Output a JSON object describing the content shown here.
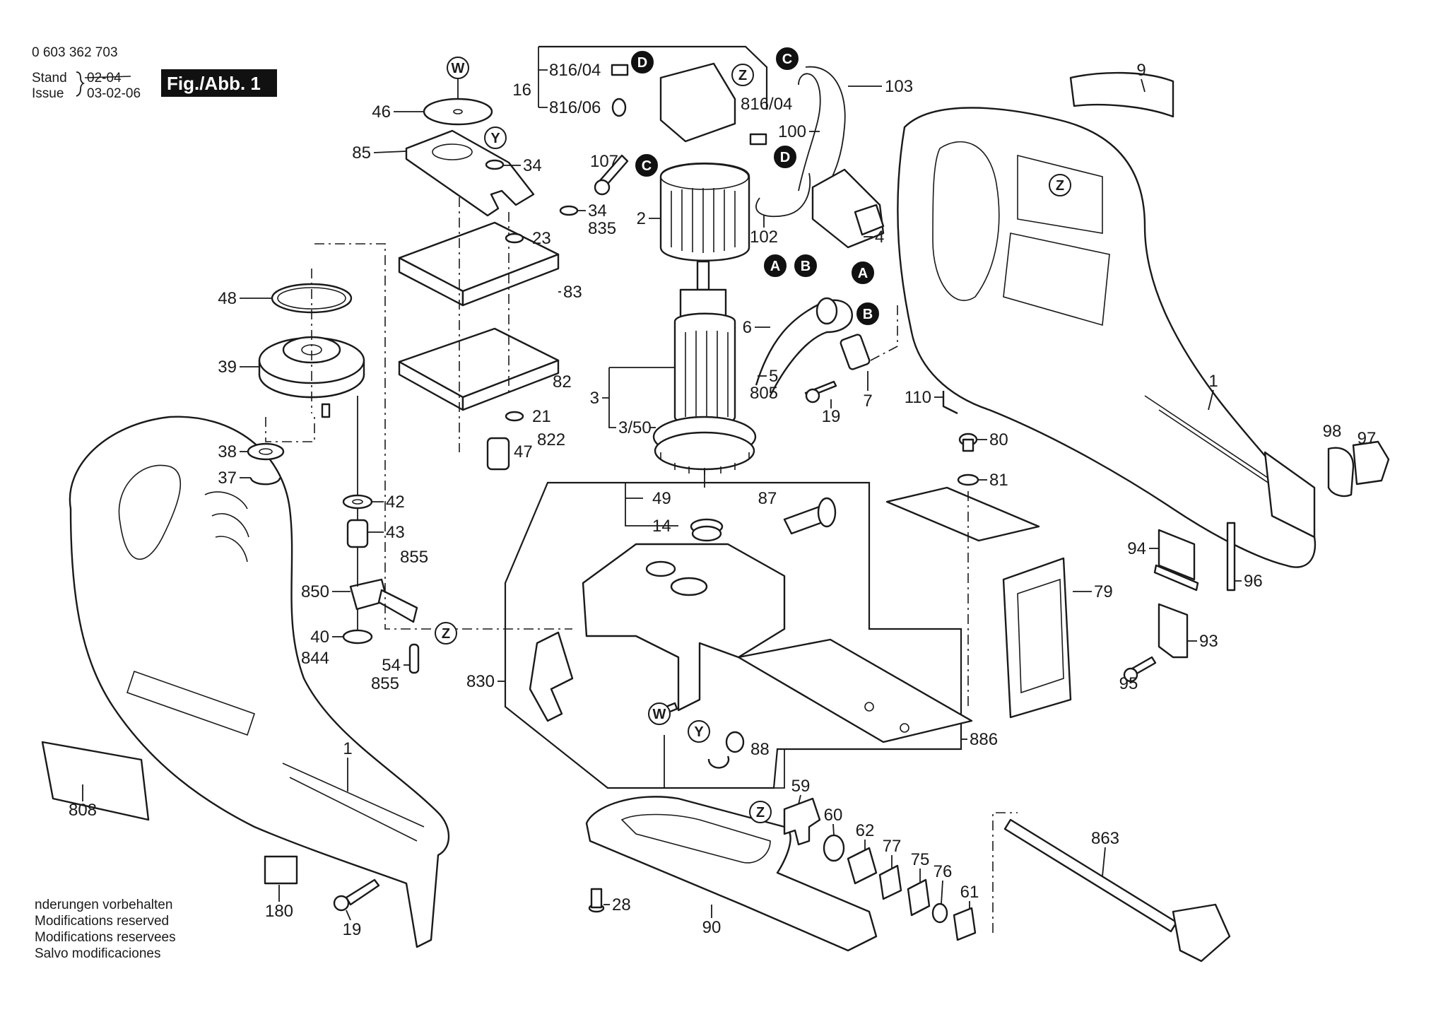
{
  "header": {
    "part_number": "0 603 362 703",
    "stand_label": "Stand",
    "issue_label": "Issue",
    "old_date_struck": "02-04",
    "issue_date": "03-02-06",
    "figure_label": "Fig./Abb. 1"
  },
  "legal_notice": [
    " nderungen vorbehalten",
    "Modifications reserved",
    "Modifications reservees",
    "Salvo modificaciones"
  ],
  "reference_markers": {
    "W": "W",
    "Y": "Y",
    "Z": "Z",
    "A": "A",
    "B": "B",
    "C": "C",
    "D": "D"
  },
  "part_labels": {
    "p46": "46",
    "p85": "85",
    "p34a": "34",
    "p34b": "34",
    "p835": "835",
    "p23": "23",
    "p83": "83",
    "p82": "82",
    "p21": "21",
    "p822": "822",
    "p47": "47",
    "p48": "48",
    "p39": "39",
    "p38": "38",
    "p37": "37",
    "p42": "42",
    "p43": "43",
    "p855a": "855",
    "p850": "850",
    "p40": "40",
    "p844": "844",
    "p54": "54",
    "p855b": "855",
    "p830": "830",
    "p1a": "1",
    "p808": "808",
    "p180": "180",
    "p19a": "19",
    "p16": "16",
    "p816_04a": "816/04",
    "p816_06": "816/06",
    "p816_04b": "816/04",
    "p107": "107",
    "p2": "2",
    "p103": "103",
    "p100": "100",
    "p102": "102",
    "p4": "4",
    "p6": "6",
    "p5": "5",
    "p805": "805",
    "p3": "3",
    "p3_50": "3/50",
    "p19b": "19",
    "p7": "7",
    "p110": "110",
    "p9": "9",
    "p1b": "1",
    "p97": "97",
    "p98": "98",
    "p80": "80",
    "p81": "81",
    "p87": "87",
    "p49": "49",
    "p14": "14",
    "p79": "79",
    "p94": "94",
    "p96": "96",
    "p93": "93",
    "p95": "95",
    "p88": "88",
    "p886": "886",
    "p59": "59",
    "p60": "60",
    "p62": "62",
    "p77": "77",
    "p75": "75",
    "p76": "76",
    "p61": "61",
    "p863": "863",
    "p28": "28",
    "p90": "90"
  }
}
